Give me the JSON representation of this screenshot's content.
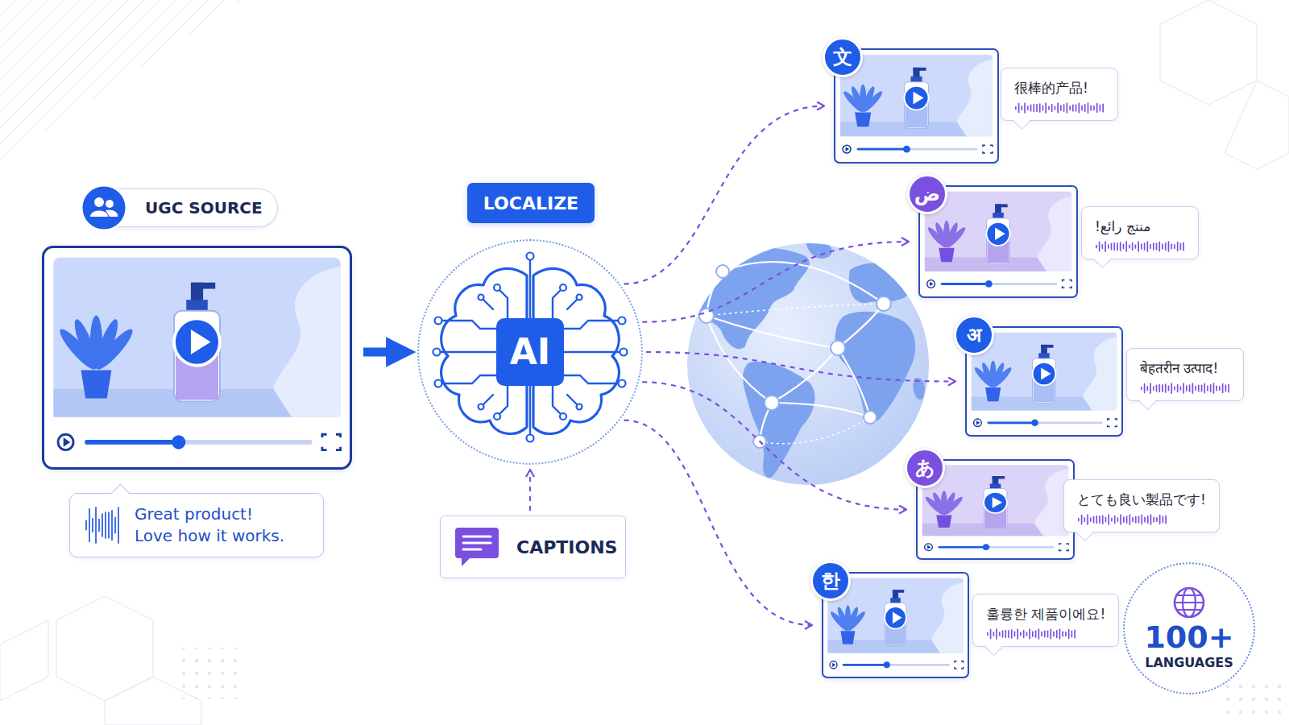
{
  "diagram": {
    "nodes": [
      {
        "text": [
          "UGC SOURCE"
        ]
      },
      {
        "text": [
          "Great product! Love how it works."
        ]
      },
      {
        "text": [
          "LOCALIZE"
        ]
      },
      {
        "text": [
          "AI"
        ]
      },
      {
        "text": [
          "CAPTIONS"
        ]
      },
      {
        "text": [
          "文"
        ]
      },
      {
        "text": [
          "很棒的产品!"
        ]
      },
      {
        "text": [
          "ض"
        ]
      },
      {
        "text": [
          "منتج رائع!"
        ]
      },
      {
        "text": [
          "अ"
        ]
      },
      {
        "text": [
          "बेहतरीन उत्पाद!"
        ]
      },
      {
        "text": [
          "あ"
        ]
      },
      {
        "text": [
          "とても良い製品です!"
        ]
      },
      {
        "text": [
          "한"
        ]
      },
      {
        "text": [
          "훌륭한 제품이에요!"
        ]
      },
      {
        "text": [
          "100+",
          "LANGUAGES"
        ]
      }
    ],
    "edges": [
      {
        "from": 0,
        "to": 3,
        "arrow": "to"
      },
      {
        "from": 4,
        "to": 3,
        "arrow": "to"
      },
      {
        "from": 3,
        "to": 5,
        "arrow": "to"
      },
      {
        "from": 3,
        "to": 7,
        "arrow": "to"
      },
      {
        "from": 3,
        "to": 9,
        "arrow": "to"
      },
      {
        "from": 3,
        "to": 11,
        "arrow": "to"
      },
      {
        "from": 3,
        "to": 13,
        "arrow": "to"
      }
    ]
  }
}
